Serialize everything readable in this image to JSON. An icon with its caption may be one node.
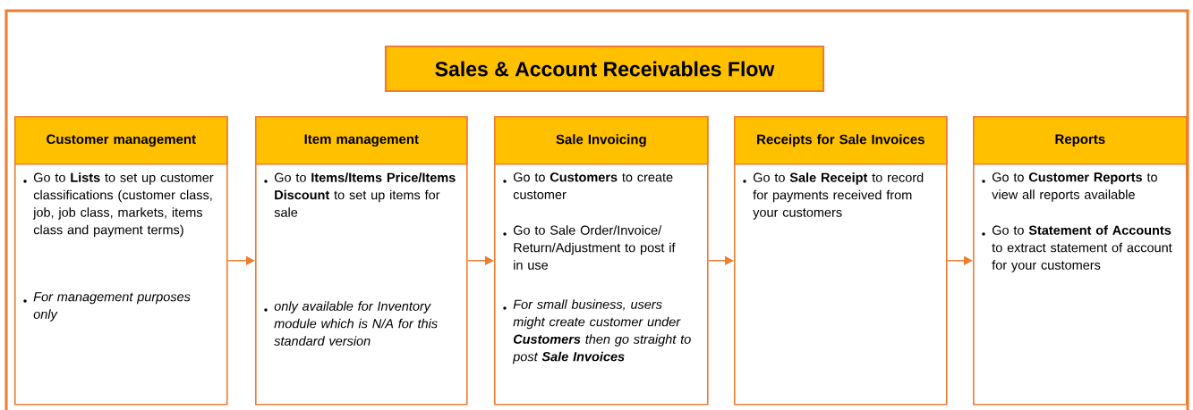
{
  "diagram": {
    "nodes": [
      {
        "text": [
          "Sales & Account Receivables Flow"
        ]
      },
      {
        "text": [
          "Customer management",
          "Go to **Lists** to set up customer classifications (customer class, job, job class, markets, items class and payment terms)",
          "For management purposes only"
        ]
      },
      {
        "text": [
          "Item management",
          "Go to **Items/Items Price/Items Discount** to set up items for sale",
          "only available for Inventory module which is N/A for this standard version"
        ]
      },
      {
        "text": [
          "Sale Invoicing",
          "Go to **Customers** to create customer",
          "Go to Sale Order/Invoice/Return/Adjustment to post if in use",
          "For small business, users might create customer under **Customers** then go straight to post **Sale Invoices**"
        ]
      },
      {
        "text": [
          "Receipts for Sale Invoices",
          "Go to **Sale Receipt** to record for payments received from your customers"
        ]
      },
      {
        "text": [
          "Reports",
          "Go to **Customer Reports** to view all reports available",
          "Go to **Statement of Accounts**  to extract statement of account for your customers"
        ]
      }
    ],
    "edges": [
      {
        "from": 1,
        "to": 2,
        "arrow": "to"
      },
      {
        "from": 2,
        "to": 3,
        "arrow": "to"
      },
      {
        "from": 3,
        "to": 4,
        "arrow": "to"
      },
      {
        "from": 4,
        "to": 5,
        "arrow": "to"
      }
    ]
  }
}
